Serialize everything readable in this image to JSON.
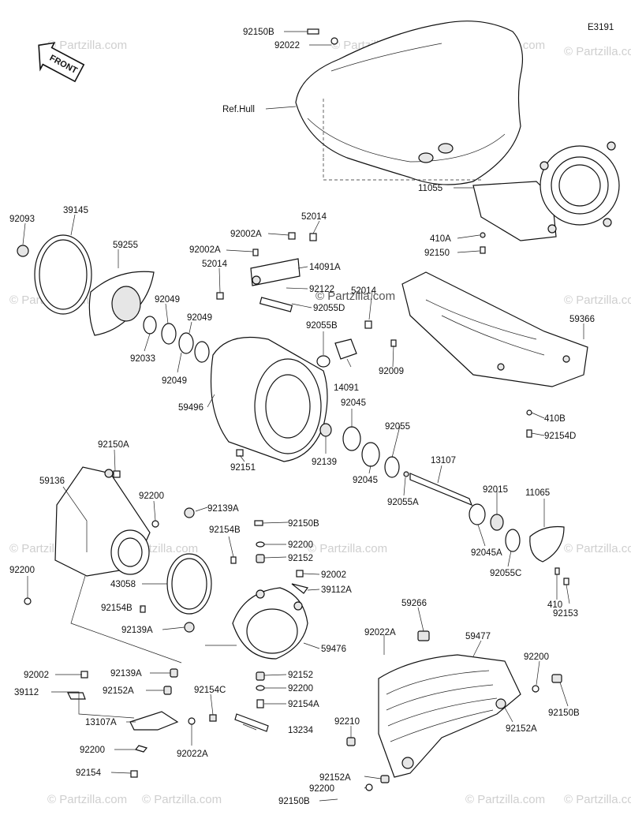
{
  "diagram_code": "E3191",
  "front_label": "FRONT",
  "watermark": "© Partzilla.com",
  "center_watermark": "© Partzilla.com",
  "parts": {
    "p92150B_top": "92150B",
    "p92022_top": "92022",
    "ref_hull": "Ref.Hull",
    "p11055": "11055",
    "p410A": "410A",
    "p92150_r": "92150",
    "p59366": "59366",
    "p410B": "410B",
    "p92154D": "92154D",
    "p92093": "92093",
    "p39145": "39145",
    "p59255": "59255",
    "p92049_a": "92049",
    "p92049_b": "92049",
    "p92049_c": "92049",
    "p92033": "92033",
    "p92002A_1": "92002A",
    "p92002A_2": "92002A",
    "p52014_top": "52014",
    "p52014_l": "52014",
    "p52014_r": "52014",
    "p14091A": "14091A",
    "p92122": "92122",
    "p92055D": "92055D",
    "p92055B": "92055B",
    "p14091": "14091",
    "p92009": "92009",
    "p59496": "59496",
    "p92151": "92151",
    "p92139": "92139",
    "p92045_a": "92045",
    "p92045_b": "92045",
    "p92055": "92055",
    "p92055A": "92055A",
    "p13107": "13107",
    "p92015": "92015",
    "p92045A": "92045A",
    "p92055C": "92055C",
    "p11065": "11065",
    "p410": "410",
    "p92153": "92153",
    "p92150A": "92150A",
    "p59136": "59136",
    "p92200_l": "92200",
    "p92200_a": "92200",
    "p92139A_top": "92139A",
    "p92154B_top": "92154B",
    "p92150B_mid": "92150B",
    "p92200_mid": "92200",
    "p92152_top": "92152",
    "p43058": "43058",
    "p92154B_bot": "92154B",
    "p92002_mid": "92002",
    "p39112A": "39112A",
    "p92139A_bot": "92139A",
    "p59476": "59476",
    "p92002_l": "92002",
    "p92139A_l": "92139A",
    "p39112": "39112",
    "p92152A_l": "92152A",
    "p92154C": "92154C",
    "p92152_bot": "92152",
    "p92200_bot": "92200",
    "p92154A": "92154A",
    "p13107A": "13107A",
    "p13234": "13234",
    "p92200_ll": "92200",
    "p92022A_l": "92022A",
    "p92154": "92154",
    "p59266": "59266",
    "p92022A_r": "92022A",
    "p59477": "59477",
    "p92200_r": "92200",
    "p92150B_r": "92150B",
    "p92210": "92210",
    "p92152A_r": "92152A",
    "p92152A_b": "92152A",
    "p92200_b": "92200",
    "p92150B_b": "92150B"
  }
}
